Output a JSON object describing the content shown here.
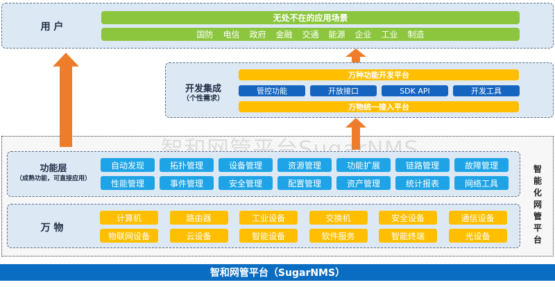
{
  "user_layer": {
    "label": "用 户",
    "title": "无处不在的应用场景",
    "scenarios": [
      "国防",
      "电信",
      "政府",
      "金融",
      "交通",
      "能源",
      "企业",
      "工业",
      "制造"
    ]
  },
  "dev_layer": {
    "label": "开发集成",
    "sublabel": "（个性需求）",
    "top_bar": "万种功能开发平台",
    "items": [
      "管控功能",
      "开放接口",
      "SDK API",
      "开发工具"
    ],
    "bottom_bar": "万物统一接入平台"
  },
  "function_layer": {
    "label": "功能层",
    "sublabel": "（成熟功能，可直接应用）",
    "row1": [
      "自动发现",
      "拓扑管理",
      "设备管理",
      "资源管理",
      "功能扩展",
      "链路管理",
      "故障管理"
    ],
    "row2": [
      "性能管理",
      "事件管理",
      "安全管理",
      "配置管理",
      "资产管理",
      "统计报表",
      "网络工具"
    ]
  },
  "things_layer": {
    "label": "万 物",
    "row1": [
      "计算机",
      "路由器",
      "工业设备",
      "交换机",
      "安全设备",
      "通信设备"
    ],
    "row2": [
      "物联网设备",
      "云设备",
      "智能设备",
      "软件服务",
      "智能终端",
      "光设备"
    ]
  },
  "side_label": [
    "智",
    "能",
    "化",
    "网",
    "管",
    "平",
    "台"
  ],
  "watermark": "智和网管平台SugarNMS",
  "footer": "智和网管平台（SugarNMS）",
  "colors": {
    "green": "#8cc63f",
    "yellow": "#ffbf00",
    "dark_blue": "#1565c0",
    "light_blue": "#1ea4e6",
    "arrow": "#ee7d2b",
    "footer": "#0b6dc2"
  }
}
